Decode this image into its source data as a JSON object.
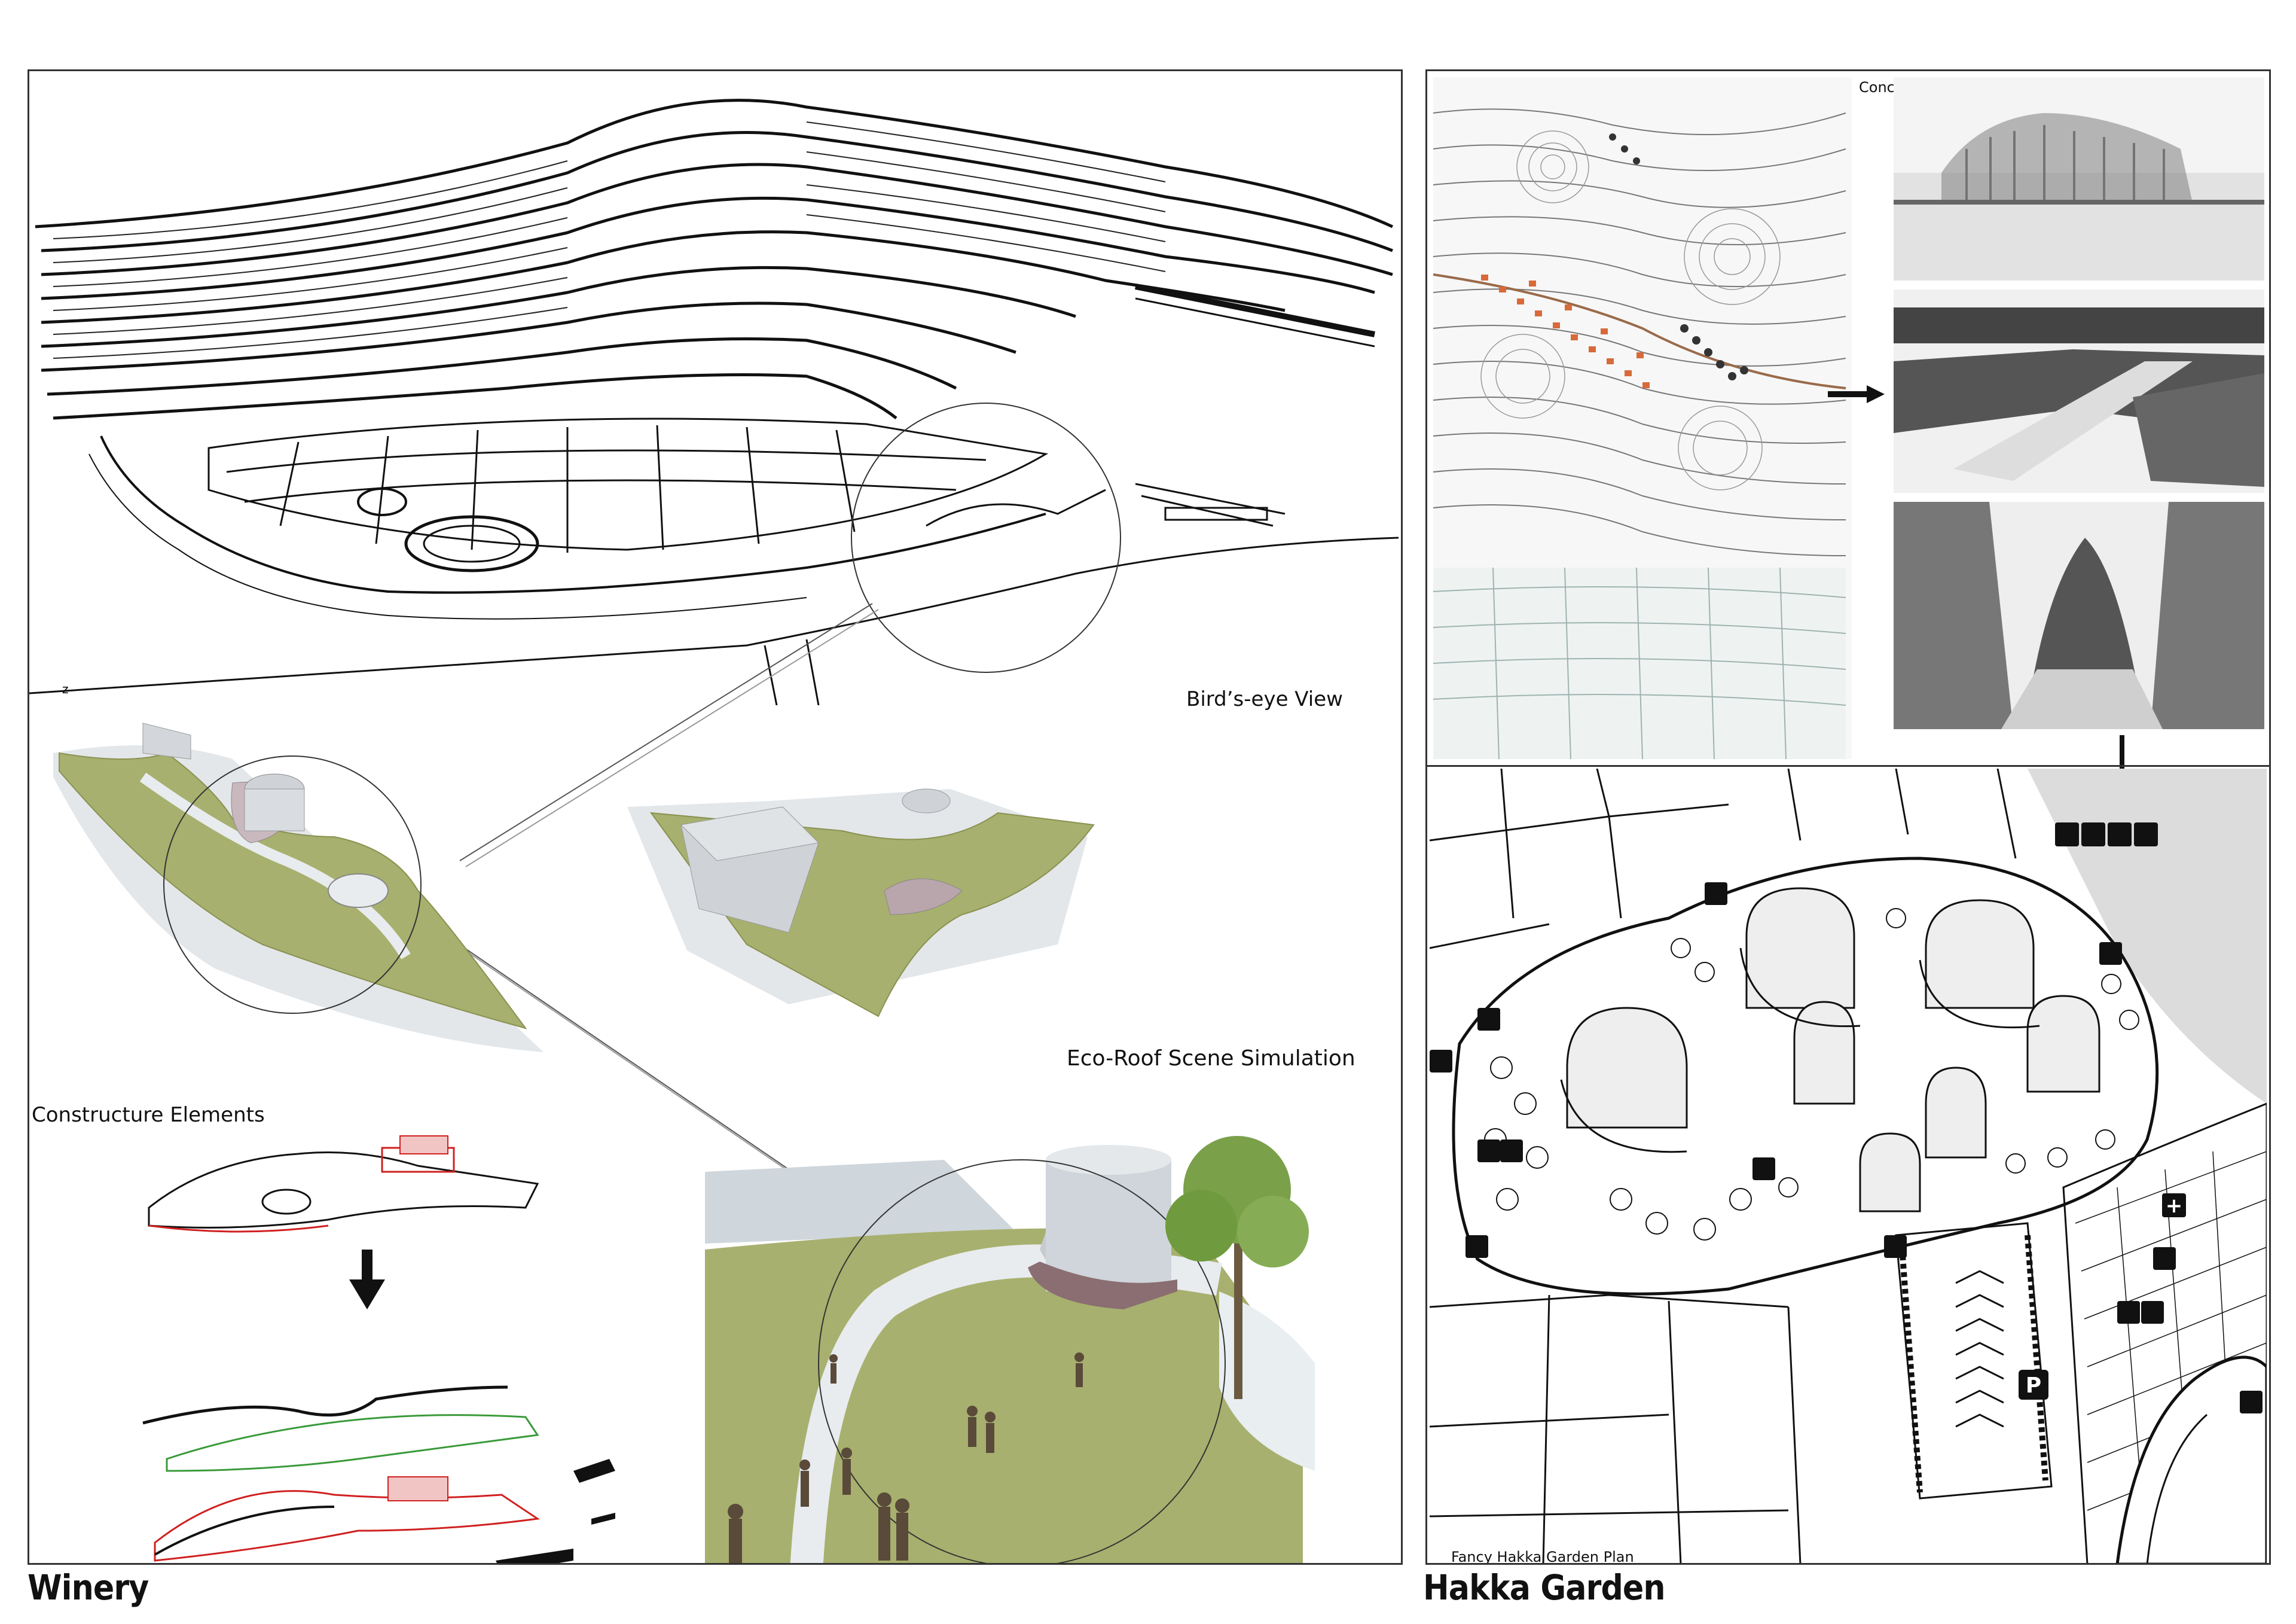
{
  "winery": {
    "title": "Winery",
    "label_birdseye": "Bird’s-eye View",
    "label_ecoroof": "Eco-Roof Scene Simulation",
    "label_constructure": "Constructure Elements",
    "compass": "z"
  },
  "hakka": {
    "title": "Hakka Garden",
    "label_concept": "Concept of Fancy Hakka Garden",
    "label_plan": "Fancy Hakka Garden Plan",
    "parking_symbol": "P",
    "first_aid_symbol": "+"
  },
  "colors": {
    "roof_green": "#a7b06e",
    "path_white": "#e8ecef",
    "red_lines": "#d02020",
    "green_lines": "#3a9a3a",
    "orange_houses": "#d86a3a"
  }
}
